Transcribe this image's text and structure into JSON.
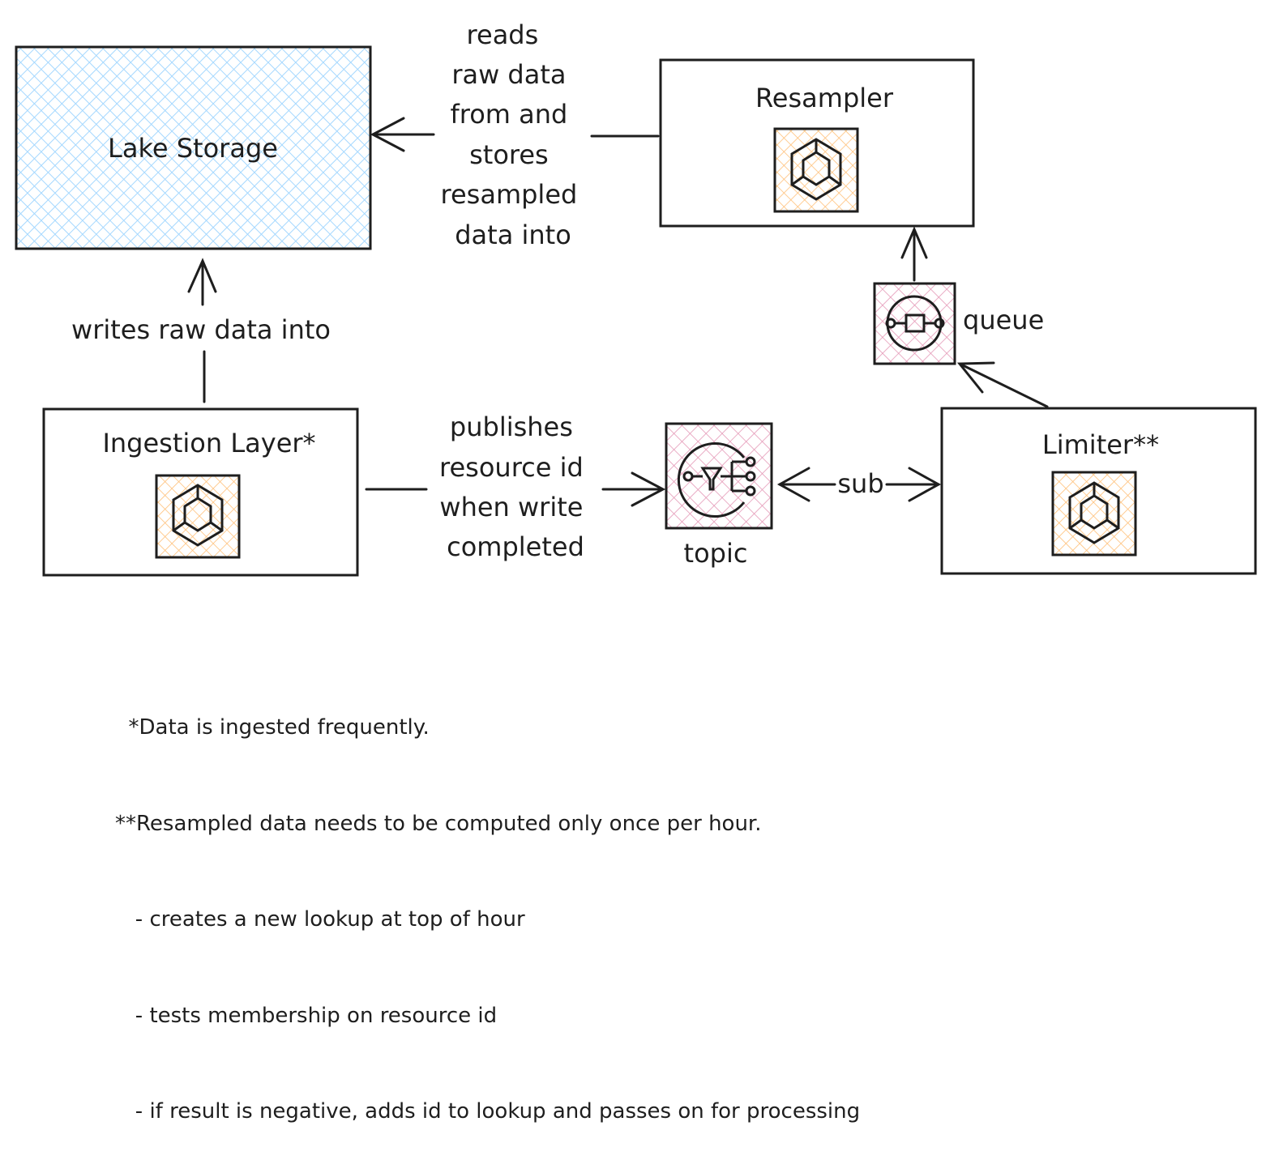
{
  "nodes": {
    "lake_storage": {
      "title": "Lake Storage",
      "fill": "#a5d8ff"
    },
    "resampler": {
      "title": "Resampler",
      "icon": "ecs-container-icon"
    },
    "ingestion": {
      "title": "Ingestion Layer*",
      "icon": "ecs-container-icon"
    },
    "limiter": {
      "title": "Limiter**",
      "icon": "ecs-container-icon"
    },
    "topic": {
      "title": "topic",
      "icon": "sns-topic-icon",
      "fill": "#e599b7"
    },
    "queue": {
      "title": "queue",
      "icon": "sqs-queue-icon",
      "fill": "#e599b7"
    }
  },
  "edges": {
    "resampler_to_lake": {
      "lines": [
        "reads",
        "raw data",
        "from and",
        "stores",
        "resampled",
        "data into"
      ]
    },
    "ingestion_to_lake": {
      "label": "writes raw data into"
    },
    "ingestion_to_topic": {
      "lines": [
        "publishes",
        "resource id",
        "when write",
        "completed"
      ]
    },
    "topic_limiter": {
      "label": "sub"
    }
  },
  "colors": {
    "container_icon": "#ffc078",
    "stroke": "#1e1e1e"
  },
  "notes": [
    "  *Data is ingested frequently.",
    "**Resampled data needs to be computed only once per hour.",
    "   - creates a new lookup at top of hour",
    "   - tests membership on resource id",
    "   - if result is negative, adds id to lookup and passes on for processing"
  ]
}
